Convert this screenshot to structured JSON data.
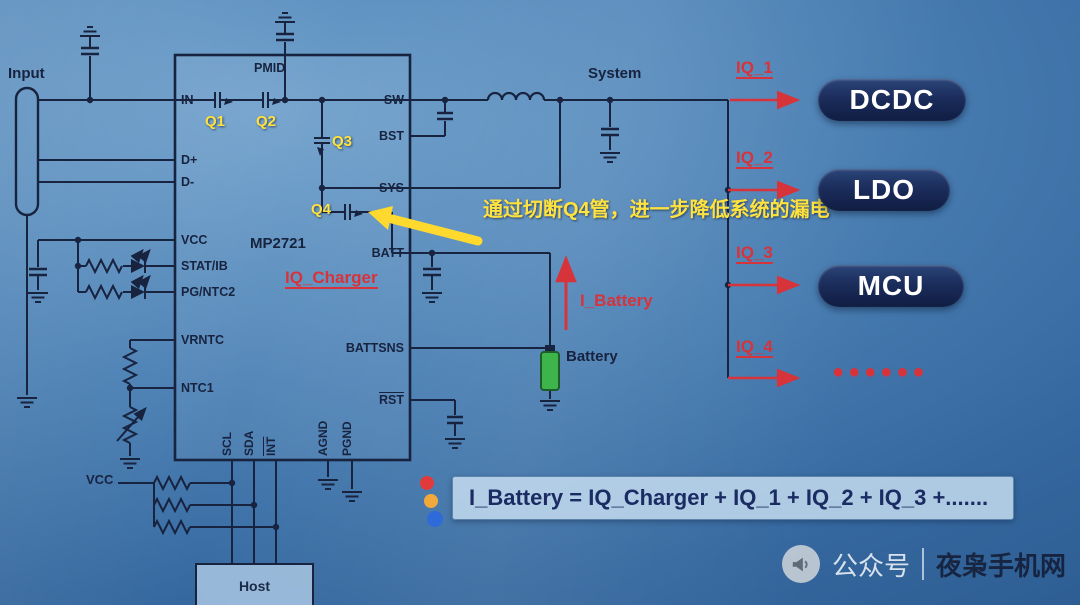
{
  "colors": {
    "wire": "#17233f",
    "accent_red": "#d7333b",
    "accent_yellow": "#ffe23e",
    "pill_navy": "#1b2d5c",
    "battery_green": "#3db54a"
  },
  "input": {
    "label": "Input"
  },
  "ic": {
    "name": "MP2721",
    "pins_left": [
      "IN",
      "D+",
      "D-",
      "VCC",
      "STAT/IB",
      "PG/NTC2",
      "VRNTC",
      "NTC1"
    ],
    "pin_top": "PMID",
    "pins_right": [
      "SW",
      "BST",
      "SYS",
      "BATT",
      "BATTSNS",
      "RST"
    ],
    "pins_bottom": [
      "SCL",
      "SDA",
      "INT",
      "AGND",
      "PGND"
    ],
    "transistors": [
      "Q1",
      "Q2",
      "Q3",
      "Q4"
    ]
  },
  "annotations": {
    "q4_note": "通过切断Q4管，进一步降低系统的漏电",
    "system": "System",
    "iq_charger": "IQ_Charger",
    "i_battery": "I_Battery",
    "battery": "Battery",
    "vcc": "VCC",
    "host": "Host",
    "ellipsis": "●●●●●●"
  },
  "loads": [
    {
      "current": "IQ_1",
      "block": "DCDC"
    },
    {
      "current": "IQ_2",
      "block": "LDO"
    },
    {
      "current": "IQ_3",
      "block": "MCU"
    },
    {
      "current": "IQ_4",
      "block": ""
    }
  ],
  "formula": "I_Battery = IQ_Charger + IQ_1 + IQ_2 + IQ_3 +.......",
  "watermark": {
    "prefix": "公众号",
    "name": "夜枭手机网"
  }
}
